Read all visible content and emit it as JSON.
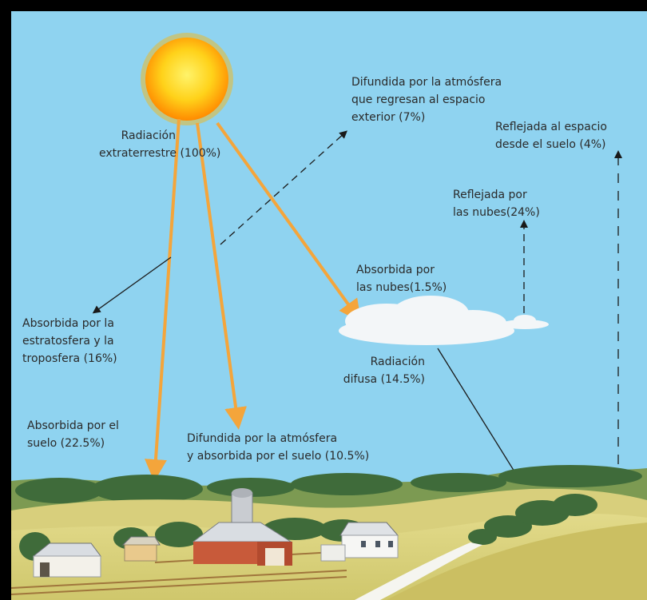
{
  "labels": {
    "extraterrestrial": "Radiación\nextraterrestre (100%)",
    "scattered_to_space": "Difundida por la atmósfera\nque regresan al espacio\nexterior (7%)",
    "reflected_by_ground": "Reflejada al espacio\ndesde el suelo (4%)",
    "reflected_by_clouds": "Reflejada por\nlas nubes(24%)",
    "absorbed_by_clouds": "Absorbida por\nlas nubes(1.5%)",
    "absorbed_by_atmosphere": "Absorbida por la\nestratosfera y la\ntroposfera (16%)",
    "diffuse": "Radiación\ndifusa (14.5%)",
    "absorbed_by_ground": "Absorbida por el\nsuelo (22.5%)",
    "scattered_and_absorbed_by_ground": "Difundida por la atmósfera\ny absorbida por el suelo (10.5%)"
  },
  "colors": {
    "sky": "#8fd3f0",
    "sun_core": "#ffd21a",
    "sun_edge": "#ff8a00",
    "orange_arrow": "#f4a53b",
    "hill_light": "#dcd27e",
    "hill_dark": "#bdb55a",
    "tree": "#3f6b3a",
    "barn_red": "#c85a3a"
  }
}
